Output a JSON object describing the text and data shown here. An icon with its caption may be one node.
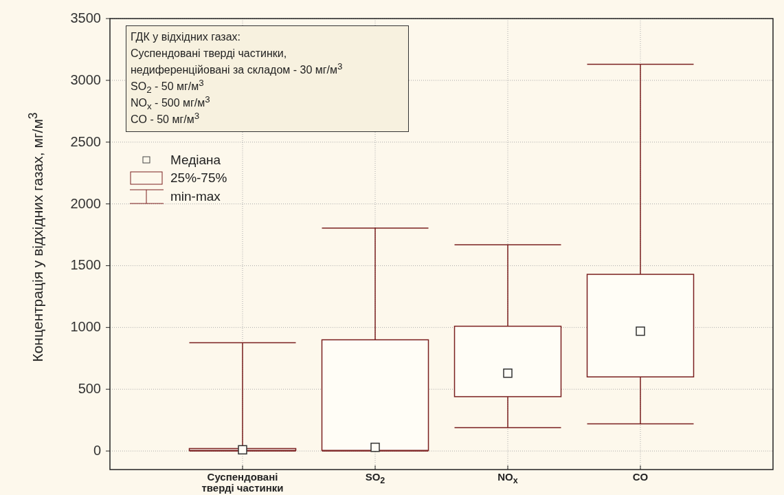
{
  "diagram": {
    "nodes": [
      {
        "text": [
          "ГДК у відхідних газах:",
          "Суспендовані тверді частинки, недиференційовані за складом - 30 мг/м$^{3}$",
          "SO$_{2}$ - 50 мг/м$^{3}$",
          "NO$_{x}$ - 500 мг/м$^{3}$",
          "CO - 50 мг/м$^{3}$"
        ]
      }
    ],
    "edges": [],
    "labels": [
      "3500",
      "3000",
      "2500",
      "2000",
      "1500",
      "1000",
      "500",
      "0",
      "Концентрація у відхідних газах, мг/м$^{3}$",
      "Суспендовані тверді частинки",
      "SO$_{2}$",
      "NO$_{x}$",
      "CO"
    ],
    "legend": [
      {
        "text": "Медіана"
      },
      {
        "text": "25%-75%"
      },
      {
        "text": "min-max"
      }
    ]
  }
}
